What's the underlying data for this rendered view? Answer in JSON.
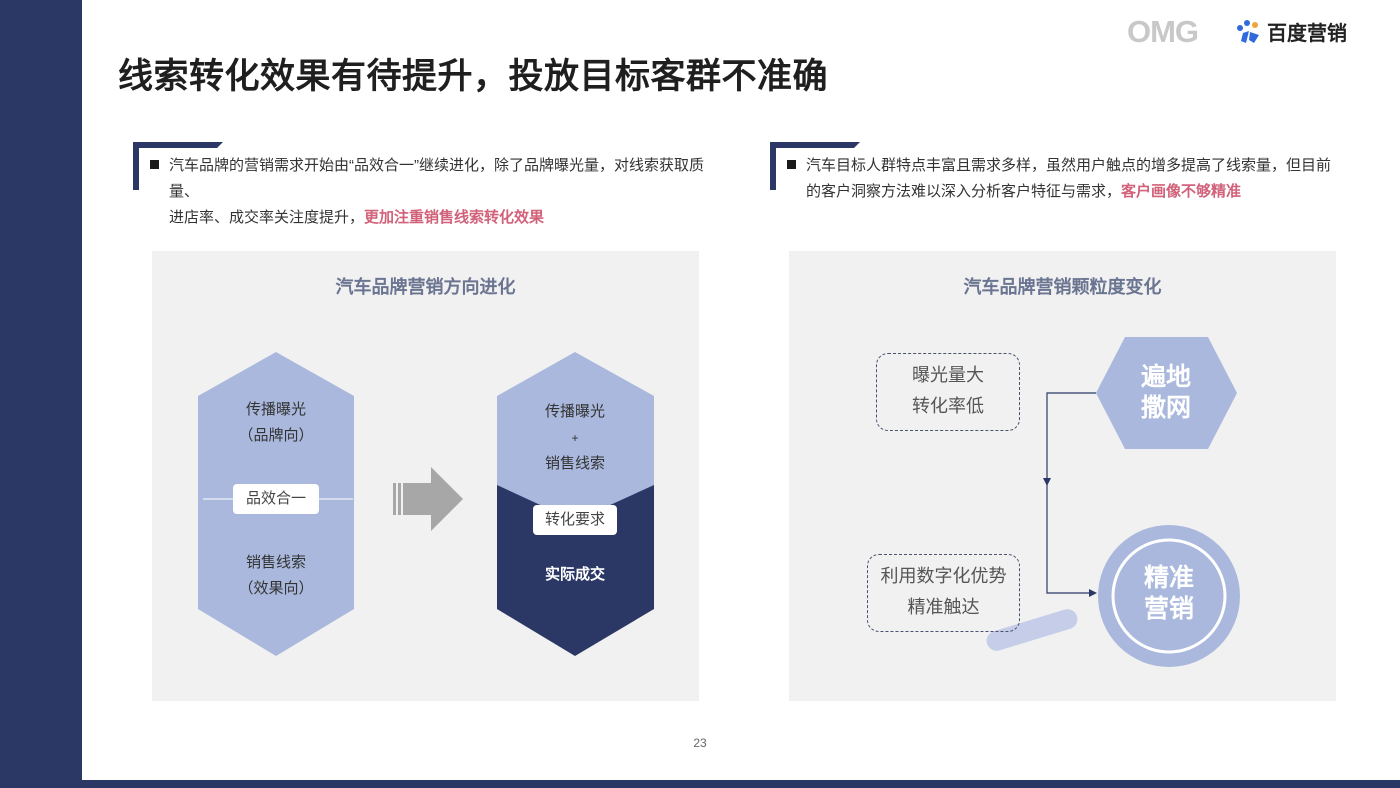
{
  "header": {
    "title": "线索转化效果有待提升，投放目标客群不准确",
    "logo_omg": "OMG",
    "logo_baidu": "百度营销"
  },
  "bullets": {
    "left": {
      "line1": "汽车品牌的营销需求开始由“品效合一”继续进化，除了品牌曝光量，对线索获取质量、",
      "line2_prefix": "进店率、成交率关注度提升，",
      "line2_highlight": "更加注重销售线索转化效果"
    },
    "right": {
      "line1": "汽车目标人群特点丰富且需求多样，虽然用户触点的增多提高了线索量，但目前",
      "line2_prefix": "的客户洞察方法难以深入分析客户特征与需求，",
      "line2_highlight": "客户画像不够精准"
    }
  },
  "left_panel": {
    "title": "汽车品牌营销方向进化",
    "hex1_top_line1": "传播曝光",
    "hex1_top_line2": "（品牌向）",
    "hex1_middle": "品效合一",
    "hex1_bottom_line1": "销售线索",
    "hex1_bottom_line2": "（效果向）",
    "hex2_top_line1": "传播曝光",
    "hex2_top_line2": "+",
    "hex2_top_line3": "销售线索",
    "hex2_middle": "转化要求",
    "hex2_bottom": "实际成交"
  },
  "right_panel": {
    "title": "汽车品牌营销颗粒度变化",
    "box_top_line1": "曝光量大",
    "box_top_line2": "转化率低",
    "hex_line1": "遍地",
    "hex_line2": "撒网",
    "box_bottom_line1": "利用数字化优势",
    "box_bottom_line2": "精准触达",
    "circle_line1": "精准",
    "circle_line2": "营销"
  },
  "footer": {
    "page_number": "23"
  },
  "colors": {
    "navy": "#2b3866",
    "hex_light": "#a9b8dc",
    "highlight": "#d1627a",
    "panel_bg": "#f1f1f1",
    "arrow_gray": "#a7a7a7"
  },
  "icons": {
    "baidu": "baidu-paw-icon",
    "arrow": "right-arrow-icon",
    "magnifier": "magnifier-icon"
  }
}
